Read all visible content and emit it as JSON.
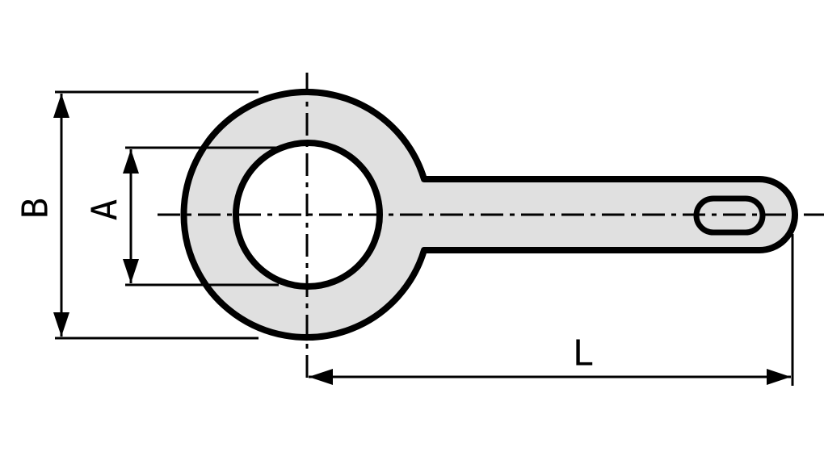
{
  "diagram": {
    "labels": {
      "outer_diameter": "B",
      "inner_diameter": "A",
      "length": "L"
    },
    "colors": {
      "part_fill": "#e0e0e0",
      "line": "#000000",
      "background": "#ffffff"
    }
  }
}
